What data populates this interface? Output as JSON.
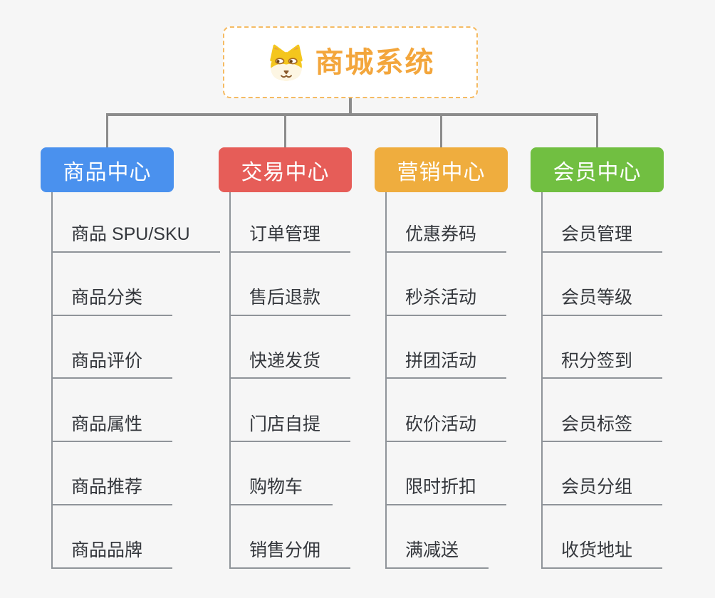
{
  "root": {
    "title": "商城系统",
    "icon": "doge-icon"
  },
  "branches": [
    {
      "label": "商品中心",
      "color": "#4a91ee",
      "children": [
        "商品 SPU/SKU",
        "商品分类",
        "商品评价",
        "商品属性",
        "商品推荐",
        "商品品牌"
      ]
    },
    {
      "label": "交易中心",
      "color": "#e65d58",
      "children": [
        "订单管理",
        "售后退款",
        "快递发货",
        "门店自提",
        "购物车",
        "销售分佣"
      ]
    },
    {
      "label": "营销中心",
      "color": "#efad3e",
      "children": [
        "优惠券码",
        "秒杀活动",
        "拼团活动",
        "砍价活动",
        "限时折扣",
        "满减送"
      ]
    },
    {
      "label": "会员中心",
      "color": "#71bf41",
      "children": [
        "会员管理",
        "会员等级",
        "积分签到",
        "会员标签",
        "会员分组",
        "收货地址"
      ]
    }
  ],
  "colors": {
    "root_accent": "#f3a63c",
    "root_border": "#f5bb63",
    "connector": "#8c8c8c",
    "underline": "#8f9499",
    "child_text": "#34373c",
    "background": "#f6f6f6"
  }
}
